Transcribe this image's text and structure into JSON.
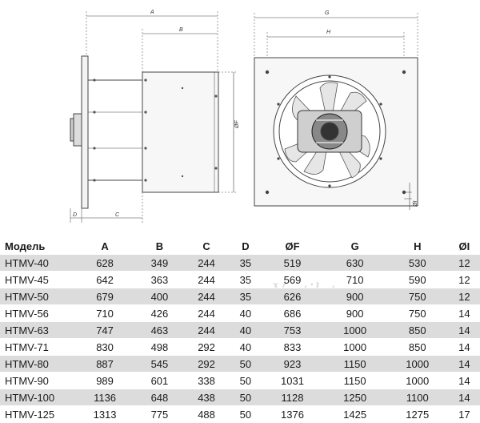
{
  "drawing": {
    "dimension_labels": {
      "A": "A",
      "B": "B",
      "C": "C",
      "D": "D",
      "G": "G",
      "H": "H",
      "F": "ØF",
      "I": "ØI"
    }
  },
  "table": {
    "headers": [
      "Модель",
      "A",
      "B",
      "C",
      "D",
      "ØF",
      "G",
      "H",
      "ØI"
    ],
    "rows": [
      [
        "HTMV-40",
        "628",
        "349",
        "244",
        "35",
        "519",
        "630",
        "530",
        "12"
      ],
      [
        "HTMV-45",
        "642",
        "363",
        "244",
        "35",
        "569",
        "710",
        "590",
        "12"
      ],
      [
        "HTMV-50",
        "679",
        "400",
        "244",
        "35",
        "626",
        "900",
        "750",
        "12"
      ],
      [
        "HTMV-56",
        "710",
        "426",
        "244",
        "40",
        "686",
        "900",
        "750",
        "14"
      ],
      [
        "HTMV-63",
        "747",
        "463",
        "244",
        "40",
        "753",
        "1000",
        "850",
        "14"
      ],
      [
        "HTMV-71",
        "830",
        "498",
        "292",
        "40",
        "833",
        "1000",
        "850",
        "14"
      ],
      [
        "HTMV-80",
        "887",
        "545",
        "292",
        "50",
        "923",
        "1150",
        "1000",
        "14"
      ],
      [
        "HTMV-90",
        "989",
        "601",
        "338",
        "50",
        "1031",
        "1150",
        "1000",
        "14"
      ],
      [
        "HTMV-100",
        "1136",
        "648",
        "438",
        "50",
        "1128",
        "1250",
        "1100",
        "14"
      ],
      [
        "HTMV-125",
        "1313",
        "775",
        "488",
        "50",
        "1376",
        "1425",
        "1275",
        "17"
      ]
    ]
  },
  "watermark": "Ventilatorry.ru"
}
